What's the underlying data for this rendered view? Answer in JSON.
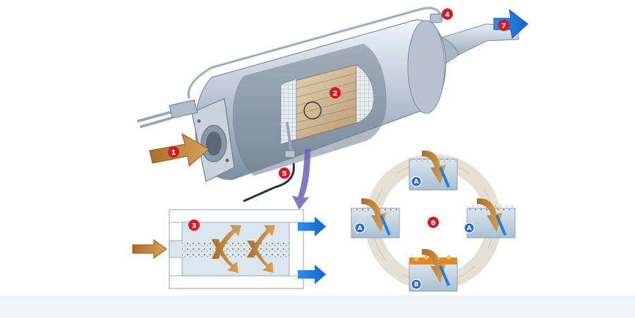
{
  "callouts": {
    "n1": "1",
    "n2": "2",
    "n3": "3",
    "n4": "4",
    "n5": "5",
    "n6": "6",
    "n7": "7"
  },
  "cycle_labels": {
    "top": "A",
    "left": "A",
    "right": "A",
    "bottom": "B"
  },
  "colors": {
    "exhaust_flow": "#c98a3a",
    "clean_flow": "#1f7fe0",
    "badge_red": "#d71920",
    "badge_blue": "#2a68c9",
    "steel": "#b8c6d4",
    "cycle_ring": "#e6e0d2",
    "footer": "#eef4fa"
  },
  "icons": {
    "inlet": "inlet-arrow-icon",
    "outlet": "outlet-arrow-icon",
    "drain": "drain-arrow-icon",
    "cycle": "regeneration-cycle-icon"
  }
}
